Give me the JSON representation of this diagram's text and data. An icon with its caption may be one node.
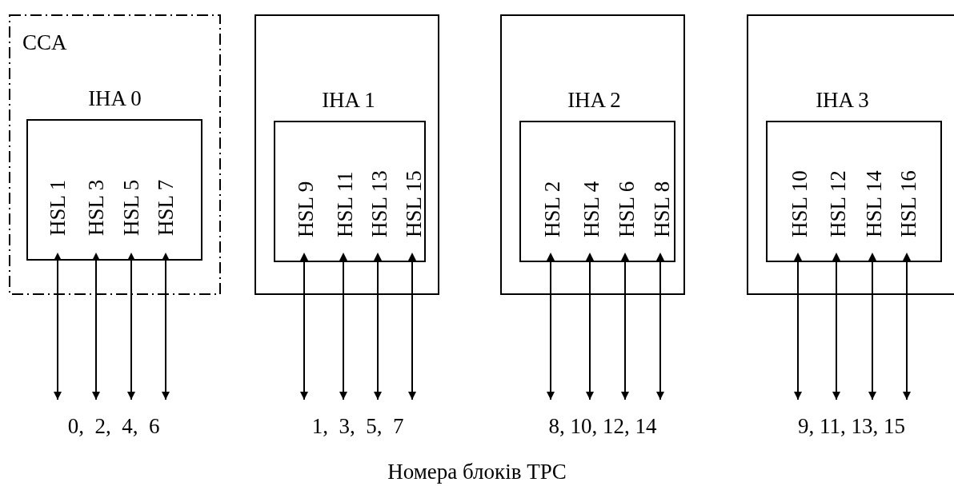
{
  "diagram": {
    "caption": "Номера блоків TPC",
    "nodes": [
      {
        "text": [
          "CCA",
          "IHA 0"
        ]
      },
      {
        "text": [
          "HSL 1",
          "HSL 3",
          "HSL 5",
          "HSL 7"
        ],
        "in": 0
      },
      {
        "text": [
          "IHA 1"
        ]
      },
      {
        "text": [
          "HSL 9",
          "HSL 11",
          "HSL 13",
          "HSL 15"
        ],
        "in": 2
      },
      {
        "text": [
          "IHA 2"
        ]
      },
      {
        "text": [
          "HSL 2",
          "HSL 4",
          "HSL 6",
          "HSL 8"
        ],
        "in": 4
      },
      {
        "text": [
          "IHA 3"
        ]
      },
      {
        "text": [
          "HSL 10",
          "HSL 12",
          "HSL 14",
          "HSL 16"
        ],
        "in": 6
      }
    ],
    "edges": [
      {
        "from": 1,
        "to": null,
        "arrow": "both"
      },
      {
        "from": 1,
        "to": null,
        "arrow": "both"
      },
      {
        "from": 1,
        "to": null,
        "arrow": "both"
      },
      {
        "from": 1,
        "to": null,
        "arrow": "both"
      },
      {
        "from": 3,
        "to": null,
        "arrow": "both"
      },
      {
        "from": 3,
        "to": null,
        "arrow": "both"
      },
      {
        "from": 3,
        "to": null,
        "arrow": "both"
      },
      {
        "from": 3,
        "to": null,
        "arrow": "both"
      },
      {
        "from": 5,
        "to": null,
        "arrow": "both"
      },
      {
        "from": 5,
        "to": null,
        "arrow": "both"
      },
      {
        "from": 5,
        "to": null,
        "arrow": "both"
      },
      {
        "from": 5,
        "to": null,
        "arrow": "both"
      },
      {
        "from": 7,
        "to": null,
        "arrow": "both"
      },
      {
        "from": 7,
        "to": null,
        "arrow": "both"
      },
      {
        "from": 7,
        "to": null,
        "arrow": "both"
      },
      {
        "from": 7,
        "to": null,
        "arrow": "both"
      }
    ],
    "labels": [
      "0,  2,  4,  6",
      "1,  3,  5,  7",
      "8, 10, 12, 14",
      "9, 11, 13, 15"
    ]
  }
}
